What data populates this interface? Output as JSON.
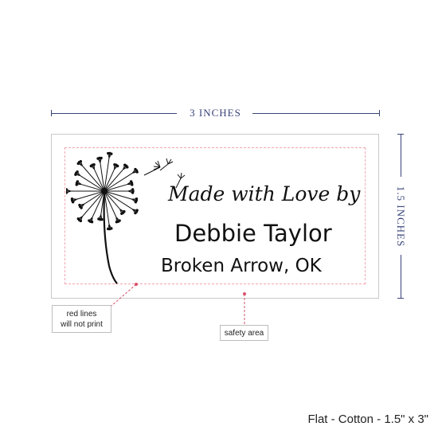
{
  "dimensions": {
    "width_label": "3 INCHES",
    "height_label": "1.5 INCHES"
  },
  "label": {
    "line1": "Made with Love by",
    "line2": "Debbie Taylor",
    "line3": "Broken Arrow, OK",
    "artwork_icon": "dandelion-icon"
  },
  "callouts": {
    "red_lines_line1": "red lines",
    "red_lines_line2": "will not print",
    "safety_area": "safety area"
  },
  "product": {
    "description": "Flat - Cotton - 1.5\" x 3\""
  },
  "colors": {
    "dimension": "#39447a",
    "safety_line": "#f2a5b2",
    "leader": "#d9536b"
  }
}
